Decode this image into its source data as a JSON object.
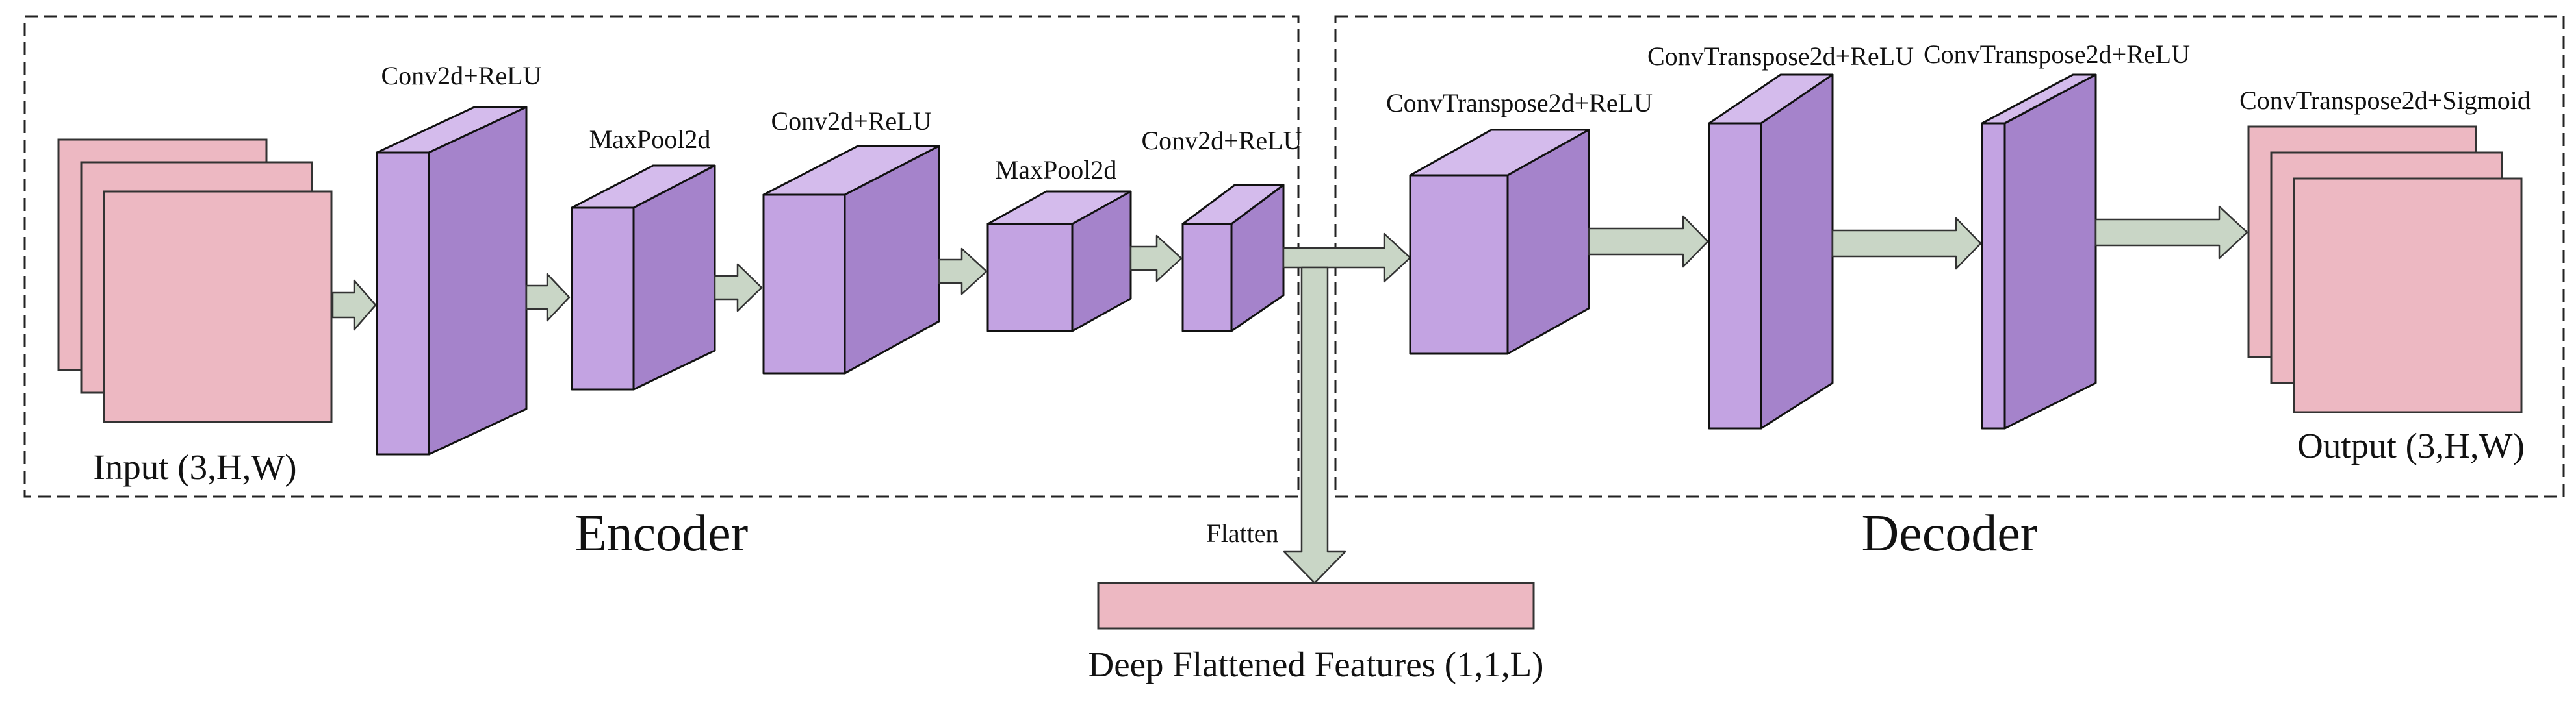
{
  "colors": {
    "input_frame": "#edb8c2",
    "block_front": "#c3a3e2",
    "block_top": "#d4bbec",
    "block_side": "#a583cb",
    "arrow": "#c9d6c6",
    "flattened_bar": "#edb8c2"
  },
  "encoder": {
    "title": "Encoder",
    "input_label": "Input (3,H,W)",
    "layers": [
      {
        "label": "Conv2d+ReLU"
      },
      {
        "label": "MaxPool2d"
      },
      {
        "label": "Conv2d+ReLU"
      },
      {
        "label": "MaxPool2d"
      },
      {
        "label": "Conv2d+ReLU"
      }
    ]
  },
  "decoder": {
    "title": "Decoder",
    "output_label": "Output (3,H,W)",
    "layers": [
      {
        "label": "ConvTranspose2d+ReLU"
      },
      {
        "label": "ConvTranspose2d+ReLU"
      },
      {
        "label": "ConvTranspose2d+ReLU"
      },
      {
        "label": "ConvTranspose2d+Sigmoid"
      }
    ]
  },
  "flatten": {
    "label": "Flatten",
    "features_label": "Deep Flattened Features (1,1,L)"
  }
}
